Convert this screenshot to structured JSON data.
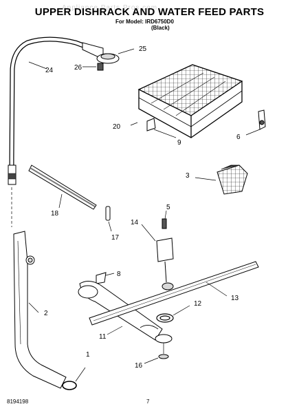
{
  "header": {
    "title": "UPPER DISHRACK AND WATER FEED PARTS",
    "watermark": "Appliance Parts Pros.com",
    "model_label": "For Model: IRD6750D0",
    "color_label": "(Black)"
  },
  "footer": {
    "doc_number": "8194198",
    "page_number": "7"
  },
  "callouts": {
    "c1": "1",
    "c2": "2",
    "c3": "3",
    "c5": "5",
    "c6": "6",
    "c8": "8",
    "c9": "9",
    "c11": "11",
    "c12": "12",
    "c13": "13",
    "c14": "14",
    "c16": "16",
    "c17": "17",
    "c18": "18",
    "c20": "20",
    "c24": "24",
    "c25": "25",
    "c26": "26"
  },
  "colors": {
    "line": "#000000",
    "fill": "#ffffff",
    "shade": "#d8d8d8",
    "dark": "#555555"
  }
}
